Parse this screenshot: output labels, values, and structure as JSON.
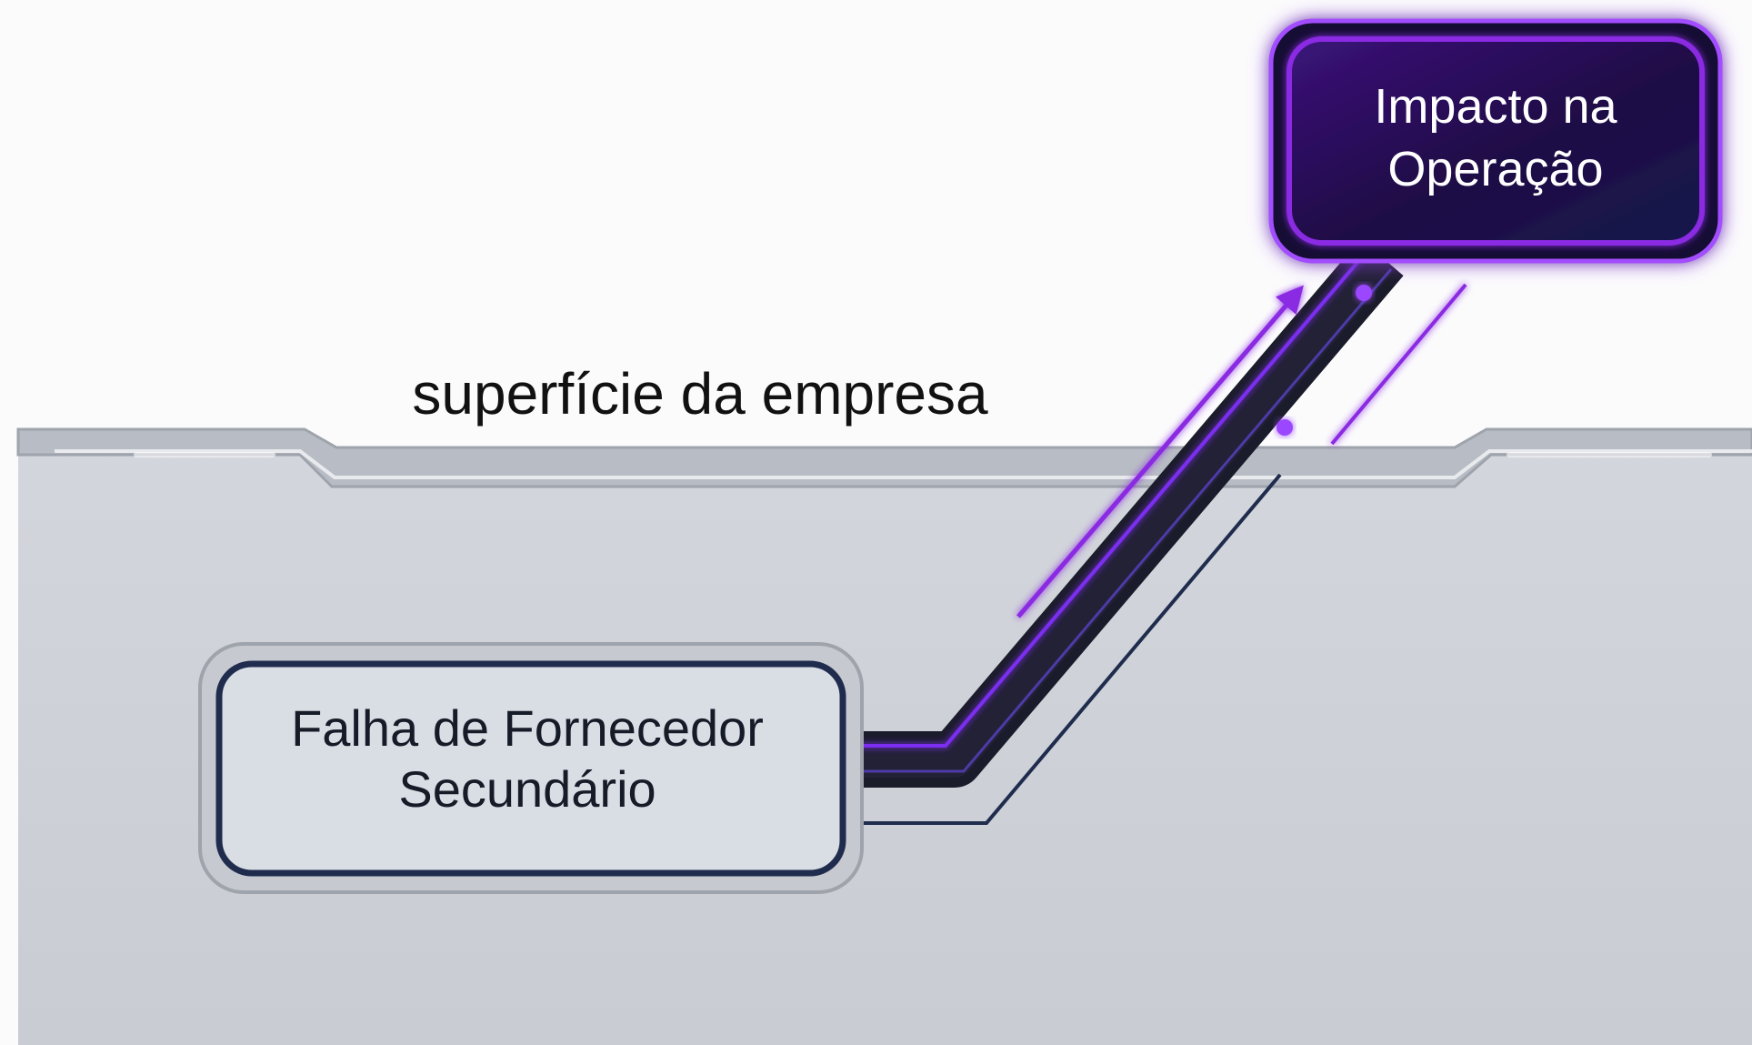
{
  "diagram": {
    "surface_label": "superfície da empresa",
    "source_node": {
      "label": "Falha de Fornecedor Secundário"
    },
    "target_node": {
      "label": "Impacto na Operação"
    },
    "colors": {
      "background": "#fbfbfc",
      "ground": "#cdd0d7",
      "surface_edge": "#9ea3ac",
      "source_border": "#1f2c4d",
      "source_fill": "#d9dde4",
      "conduit": "#161725",
      "accent_purple": "#8a2be2",
      "target_fill": "#2a0f5a",
      "target_glow": "#a24dff"
    },
    "connections": [
      {
        "from": "Falha de Fornecedor Secundário",
        "to": "Impacto na Operação"
      }
    ]
  }
}
